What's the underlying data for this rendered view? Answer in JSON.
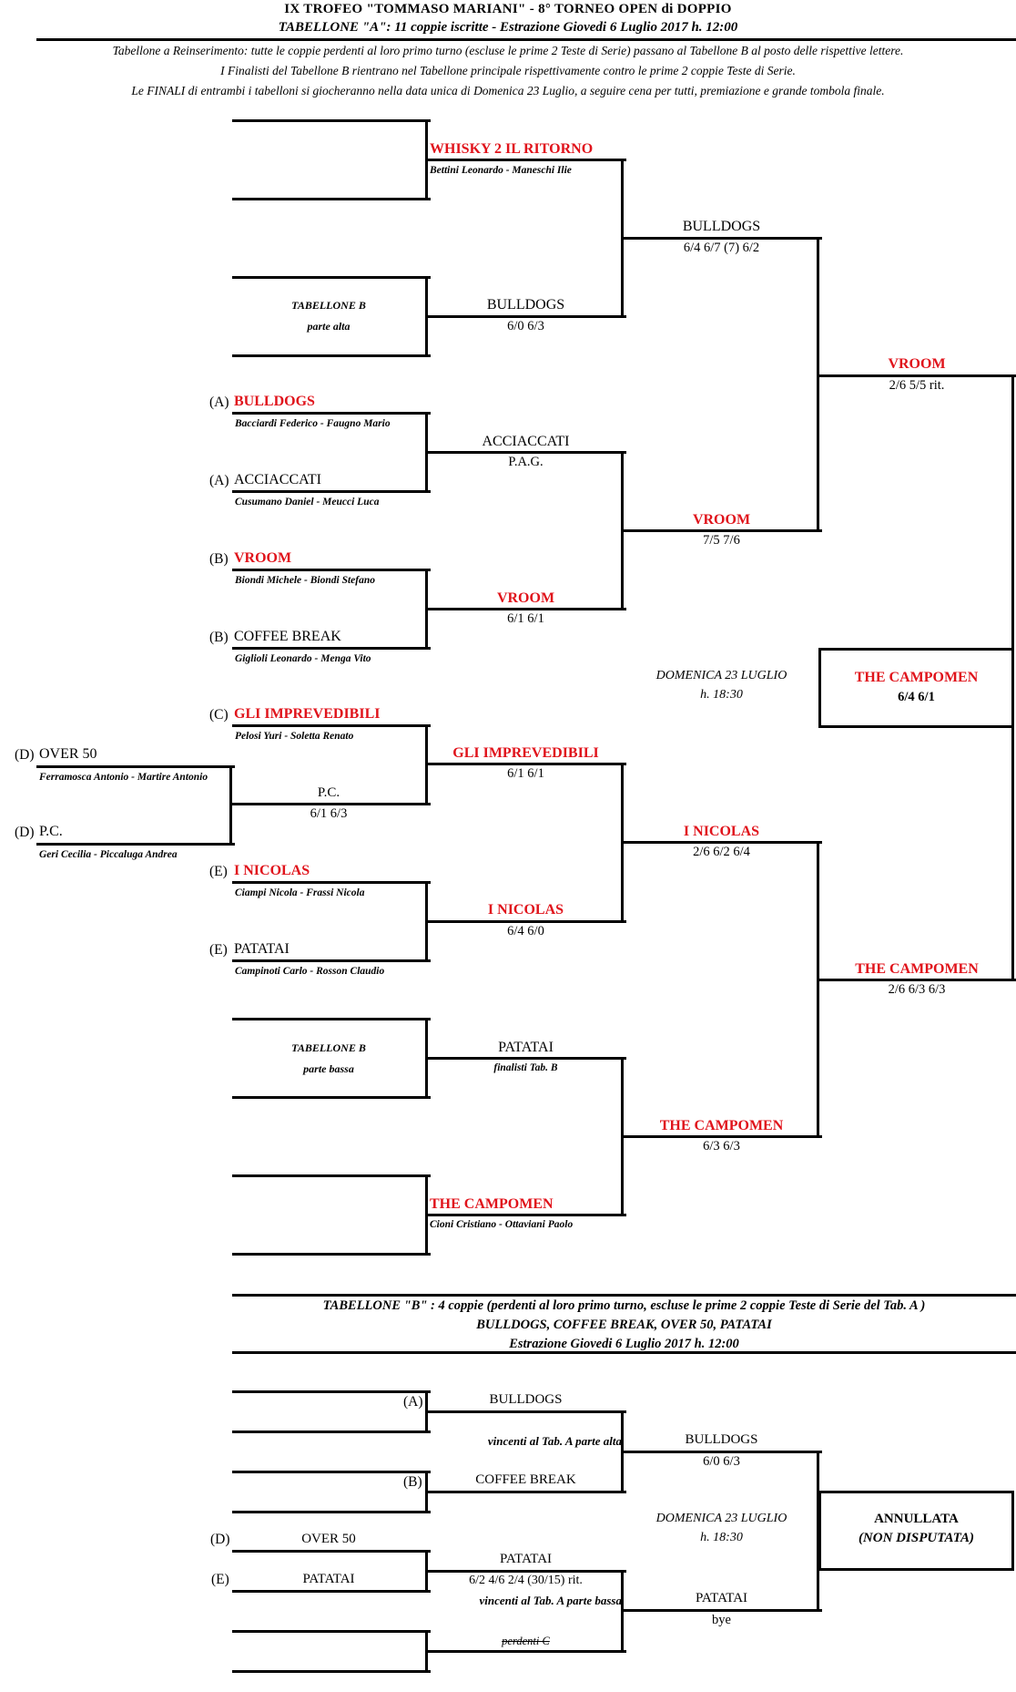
{
  "header": {
    "title": "IX TROFEO \"TOMMASO MARIANI\" - 8° TORNEO OPEN di DOPPIO",
    "subtitle": "TABELLONE \"A\": 11 coppie iscritte - Estrazione Giovedi 6 Luglio 2017 h. 12:00",
    "notes": [
      "Tabellone a Reinserimento: tutte le coppie perdenti al loro primo turno (escluse le prime 2 Teste di Serie) passano al Tabellone B al posto delle rispettive lettere.",
      "I Finalisti del Tabellone B rientrano nel Tabellone principale rispettivamente contro le prime 2 coppie Teste di Serie.",
      "Le FINALI di entrambi i tabelloni si giocheranno nella data unica di Domenica 23 Luglio, a seguire cena per tutti, premiazione e grande tombola finale."
    ]
  },
  "colors": {
    "winner": "#e0131b",
    "line": "#000000"
  },
  "tabA": {
    "r0": {
      "tabB_top": {
        "title": "TABELLONE B",
        "sub": "parte alta"
      },
      "bulldogs": {
        "seed": "(A)",
        "team": "BULLDOGS",
        "players": "Bacciardi Federico - Faugno Mario"
      },
      "acciaccati": {
        "seed": "(A)",
        "team": "ACCIACCATI",
        "players": "Cusumano Daniel - Meucci Luca"
      },
      "vroom": {
        "seed": "(B)",
        "team": "VROOM",
        "players": "Biondi Michele - Biondi Stefano"
      },
      "coffee": {
        "seed": "(B)",
        "team": "COFFEE BREAK",
        "players": "Giglioli Leonardo - Menga Vito"
      },
      "impre": {
        "seed": "(C)",
        "team": "GLI IMPREVEDIBILI",
        "players": "Pelosi Yuri - Soletta Renato"
      },
      "over50": {
        "seed": "(D)",
        "team": "OVER 50",
        "players": "Ferramosca Antonio - Martire Antonio"
      },
      "pc": {
        "seed": "(D)",
        "team": "P.C.",
        "players": "Geri Cecilia - Piccaluga Andrea"
      },
      "nicolas": {
        "seed": "(E)",
        "team": "I NICOLAS",
        "players": "Ciampi Nicola - Frassi Nicola"
      },
      "patatai": {
        "seed": "(E)",
        "team": "PATATAI",
        "players": "Campinoti Carlo - Rosson Claudio"
      },
      "tabB_bottom": {
        "title": "TABELLONE B",
        "sub": "parte bassa"
      }
    },
    "preround": {
      "team": "P.C.",
      "score": "6/1  6/3"
    },
    "r1": {
      "whisky": {
        "team": "WHISKY 2 IL RITORNO",
        "players": "Bettini Leonardo - Maneschi Ilie"
      },
      "bulldogs": {
        "team": "BULLDOGS",
        "score": "6/0  6/3"
      },
      "acciaccati": {
        "team": "ACCIACCATI",
        "score": "P.A.G."
      },
      "vroom": {
        "team": "VROOM",
        "score": "6/1  6/1"
      },
      "impre": {
        "team": "GLI IMPREVEDIBILI",
        "score": "6/1  6/1"
      },
      "nicolas": {
        "team": "I NICOLAS",
        "score": "6/4  6/0"
      },
      "patatai": {
        "team": "PATATAI",
        "score": "finalisti Tab. B"
      },
      "campomen": {
        "team": "THE CAMPOMEN",
        "players": "Cioni Cristiano - Ottaviani Paolo"
      }
    },
    "r2": {
      "bulldogs": {
        "team": "BULLDOGS",
        "score": "6/4  6/7 (7)  6/2"
      },
      "vroom": {
        "team": "VROOM",
        "score": "7/5  7/6"
      },
      "nicolas": {
        "team": "I NICOLAS",
        "score": "2/6  6/2  6/4"
      },
      "campomen": {
        "team": "THE CAMPOMEN",
        "score": "6/3  6/3"
      }
    },
    "r3": {
      "vroom": {
        "team": "VROOM",
        "score": "2/6  5/5 rit."
      },
      "campomen": {
        "team": "THE CAMPOMEN",
        "score": "2/6  6/3  6/3"
      }
    },
    "final_date": {
      "day": "DOMENICA  23 LUGLIO",
      "time": "h. 18:30"
    },
    "final": {
      "team": "THE CAMPOMEN",
      "score": "6/4  6/1"
    }
  },
  "tabB": {
    "header": {
      "line1": "TABELLONE  \"B\" : 4 coppie (perdenti al loro primo turno, escluse le prime 2 coppie Teste di Serie del Tab. A )",
      "line2": "BULLDOGS, COFFEE BREAK, OVER 50, PATATAI",
      "line3": "Estrazione Giovedi 6 Luglio 2017 h. 12:00"
    },
    "r0": {
      "a": "(A)",
      "b": "(B)",
      "d_seed": "(D)",
      "d_team": "OVER 50",
      "e_seed": "(E)",
      "e_team": "PATATAI"
    },
    "r1": {
      "bulldogs": "BULLDOGS",
      "coffee": "COFFEE BREAK",
      "note_top": "vincenti al Tab. A parte alta",
      "patatai": "PATATAI",
      "patatai_score": "6/2  4/6  2/4 (30/15) rit.",
      "note_bottom": "vincenti al Tab. A parte bassa",
      "perdenti": "perdenti C"
    },
    "r2": {
      "bulldogs": "BULLDOGS",
      "bulldogs_score": "6/0  6/3",
      "patatai": "PATATAI",
      "patatai_score": "bye"
    },
    "final_date": {
      "day": "DOMENICA  23 LUGLIO",
      "time": "h. 18:30"
    },
    "final": {
      "line1": "ANNULLATA",
      "line2": "(NON DISPUTATA)"
    }
  }
}
